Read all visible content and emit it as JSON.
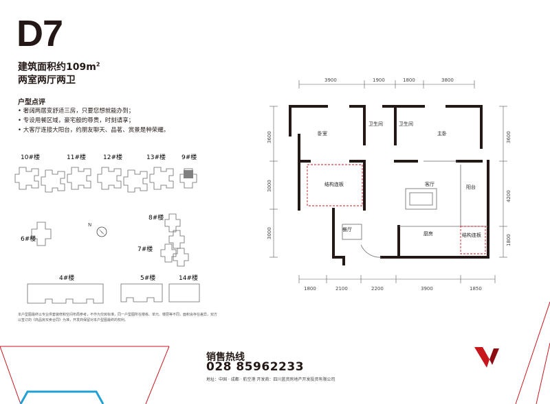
{
  "header": {
    "code": "D7",
    "area_prefix": "建筑面积约109m",
    "area_sup": "2",
    "rooms": "两室两厅两卫"
  },
  "review": {
    "title": "户型点评",
    "items": [
      "奢阔两居变舒适三房，只要您想就能办到；",
      "专设用餐区域，豪宅般的尊贵，时刻请享；",
      "大客厅连接大阳台，约朋友聊天、品茗、赏景是种荣耀。"
    ]
  },
  "site_plan": {
    "buildings": [
      "10#楼",
      "11#楼",
      "12#楼",
      "13#楼",
      "9#楼",
      "8#楼",
      "6#楼",
      "7#楼",
      "4#楼",
      "5#楼",
      "14#楼"
    ],
    "north": "N",
    "highlight_color": "#808080"
  },
  "floorplan": {
    "top_dims": [
      "3900",
      "1900",
      "1800",
      "3800"
    ],
    "bottom_dims": [
      "1800",
      "2100",
      "2200",
      "3900",
      "1850"
    ],
    "left_dims": [
      "3600",
      "3000",
      "3000"
    ],
    "right_dims": [
      "3600",
      "4200",
      "1800"
    ],
    "rooms": {
      "bedroom": "卧室",
      "bath1": "卫生间",
      "bath2": "卫生间",
      "master": "主卧",
      "struct1": "结构连板",
      "living": "客厅",
      "balcony": "阳台",
      "dining": "餐厅",
      "kitchen": "厨房",
      "struct2": "结构连板"
    }
  },
  "footer": {
    "disclaimer": "本户型图最终以专业供套装修和空间布局参考，不作为交房标准，同一户型图所在楼栋、单元、楼层等不同，面积会存在差异，双方以签订的《商品房买卖合同》为准，开发商保留对本户型图最终的权利。",
    "hotline_label": "销售热线",
    "hotline_number": "028 85962233",
    "address": "地址：中国 · 成都 · 航空港    开发商：四川蓝资房地产开发投资有限公司"
  },
  "colors": {
    "brand_red": "#c8161d",
    "accent_blue": "#1ea0d2",
    "wall": "#231815"
  }
}
